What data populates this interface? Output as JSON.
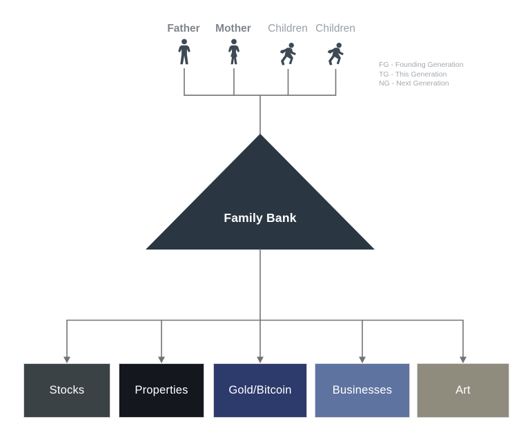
{
  "family_group": {
    "members": [
      {
        "label": "Father",
        "icon": "father-icon",
        "emphasized": true
      },
      {
        "label": "Mother",
        "icon": "mother-icon",
        "emphasized": true
      },
      {
        "label": "Children",
        "icon": "child-running-icon",
        "emphasized": false
      },
      {
        "label": "Children",
        "icon": "child-running-icon",
        "emphasized": false
      }
    ]
  },
  "legend": {
    "lines": [
      "FG - Founding Generation",
      "TG - This Generation",
      "NG - Next Generation"
    ]
  },
  "bank": {
    "label": "Family Bank",
    "fill": "#2a3743"
  },
  "assets": [
    {
      "label": "Stocks",
      "fill": "#3b4245"
    },
    {
      "label": "Properties",
      "fill": "#15171e"
    },
    {
      "label": "Gold/Bitcoin",
      "fill": "#2d3a6c"
    },
    {
      "label": "Businesses",
      "fill": "#5f73a1"
    },
    {
      "label": "Art",
      "fill": "#8f8c7e"
    }
  ],
  "colors": {
    "connector": "#6f7377",
    "silhouette": "#3e4954",
    "parent_label": "#7f858c",
    "child_label": "#999fa6",
    "legend_text": "#a5a9ae",
    "box_text": "#ffffff"
  }
}
